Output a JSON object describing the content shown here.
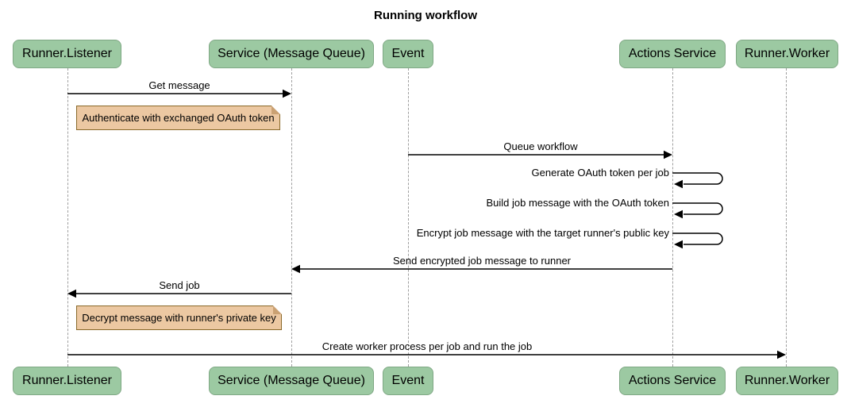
{
  "title": "Running workflow",
  "diagram_type": "sequence",
  "colors": {
    "background": "#ffffff",
    "participant_fill": "#9cc9a2",
    "participant_border": "#7fa884",
    "note_fill": "#ecc8a2",
    "note_border": "#8a6a2b",
    "lifeline": "#9e9e9e",
    "arrow": "#000000",
    "text": "#000000"
  },
  "participants": [
    {
      "label": "Runner.Listener"
    },
    {
      "label": "Service (Message Queue)"
    },
    {
      "label": "Event"
    },
    {
      "label": "Actions Service"
    },
    {
      "label": "Runner.Worker"
    }
  ],
  "messages": [
    {
      "label": "Get message",
      "from": "Runner.Listener",
      "to": "Service (Message Queue)",
      "type": "solid-arrow"
    },
    {
      "label": "Queue workflow",
      "from": "Event",
      "to": "Actions Service",
      "type": "solid-arrow"
    },
    {
      "label": "Generate OAuth token per job",
      "from": "Actions Service",
      "to": "Actions Service",
      "type": "self-arrow"
    },
    {
      "label": "Build job message with the OAuth token",
      "from": "Actions Service",
      "to": "Actions Service",
      "type": "self-arrow"
    },
    {
      "label": "Encrypt job message with the target runner's public key",
      "from": "Actions Service",
      "to": "Actions Service",
      "type": "self-arrow"
    },
    {
      "label": "Send encrypted job message to runner",
      "from": "Actions Service",
      "to": "Service (Message Queue)",
      "type": "solid-arrow"
    },
    {
      "label": "Send job",
      "from": "Service (Message Queue)",
      "to": "Runner.Listener",
      "type": "solid-arrow"
    },
    {
      "label": "Create worker process per job and run the job",
      "from": "Runner.Listener",
      "to": "Runner.Worker",
      "type": "solid-arrow"
    }
  ],
  "notes": [
    {
      "label": "Authenticate with exchanged OAuth token",
      "anchor": "Runner.Listener"
    },
    {
      "label": "Decrypt message with runner's private key",
      "anchor": "Runner.Listener"
    }
  ]
}
